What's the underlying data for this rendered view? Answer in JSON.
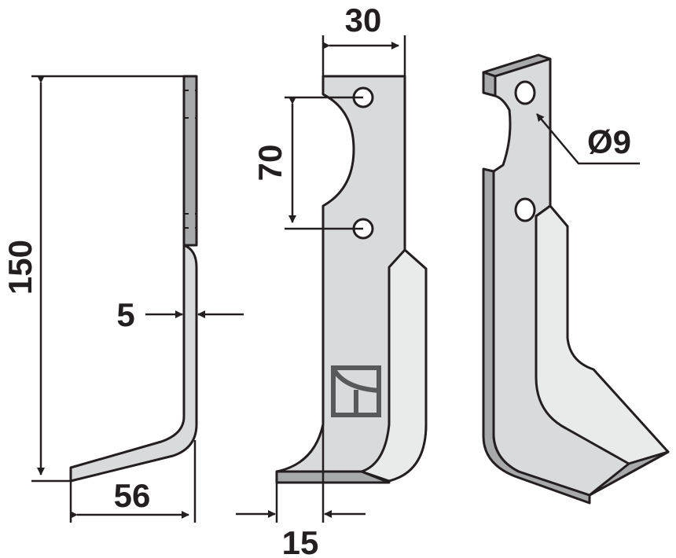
{
  "dimensions": {
    "height": "150",
    "thickness": "5",
    "foot_width": "56",
    "top_width": "30",
    "hole_spacing": "70",
    "hole_diameter": "Ø9",
    "offset": "15"
  },
  "colors": {
    "face": "#d9dadb",
    "bevel": "#e9eaea",
    "edge": "#a7a9ab",
    "outline": "#231f20",
    "logo": "#58595b"
  }
}
